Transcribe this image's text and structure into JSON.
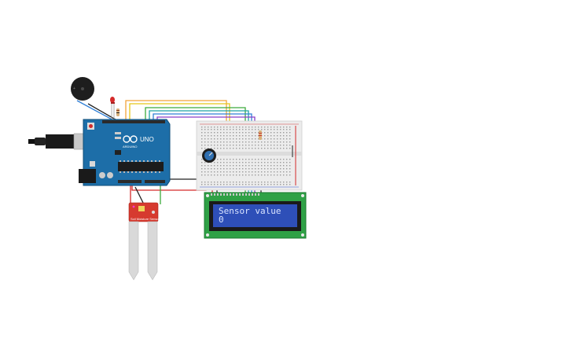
{
  "arduino": {
    "model_label": "UNO",
    "brand_label": "ARDUINO"
  },
  "lcd": {
    "line1": "Sensor value",
    "line2": "0"
  },
  "soil_sensor": {
    "label": "Soil Moisture Sensor"
  },
  "components": [
    "piezo-buzzer",
    "red-led",
    "arduino-uno",
    "breadboard",
    "potentiometer",
    "lcd-16x2",
    "soil-moisture-sensor"
  ],
  "wire_colors": {
    "orange": "#f2a33a",
    "yellow": "#e6c619",
    "green": "#3cab3c",
    "blue": "#2f7fd6",
    "purple": "#8a3fc6",
    "red": "#d52a2a",
    "black": "#222222",
    "teal": "#1fa4a4"
  }
}
